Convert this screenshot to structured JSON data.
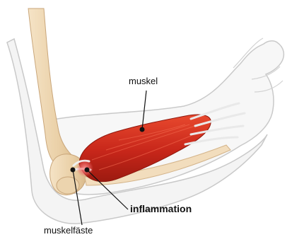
{
  "labels": {
    "muscle": "muskel",
    "inflammation": "inflammation",
    "attachment": "muskelfäste"
  },
  "colors": {
    "skin_outline": "#c9c9c9",
    "arm_fill": "#f7f7f7",
    "bone": "#efd7b3",
    "muscle": "#d8321c",
    "inflammation": "#f06b6b",
    "leader_line": "#111111"
  }
}
